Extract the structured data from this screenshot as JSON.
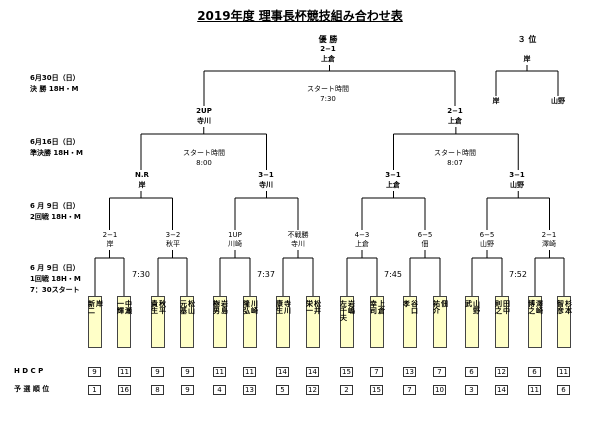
{
  "title": "2019年度 理事長杯競技組み合わせ表",
  "final": {
    "header": "優 勝",
    "score": "2−1",
    "winner": "上倉",
    "date_label": "6月30日（日）",
    "round_label": "決 勝 18H・M",
    "start_label": "スタート時間",
    "start_time": "7:30"
  },
  "third": {
    "header": "３ 位",
    "winner": "岸",
    "left": "岸",
    "right": "山野"
  },
  "semis": {
    "date_label": "6月16日（日）",
    "round_label": "準決勝 18H・M",
    "left": {
      "score": "2UP",
      "name": "寺川",
      "start_label": "スタート時間",
      "start_time": "8:00"
    },
    "right": {
      "score": "2−1",
      "name": "上倉",
      "start_label": "スタート時間",
      "start_time": "8:07"
    }
  },
  "quarters": {
    "date_label": "6 月 9日（日）",
    "round_label": "2回戦 18H・M",
    "items": [
      {
        "score": "N.R",
        "name": "岸"
      },
      {
        "score": "3−1",
        "name": "寺川"
      },
      {
        "score": "3−1",
        "name": "上倉"
      },
      {
        "score": "3−1",
        "name": "山野"
      }
    ]
  },
  "round2": {
    "items": [
      {
        "score": "2−1",
        "name": "岸"
      },
      {
        "score": "3−2",
        "name": "秋平"
      },
      {
        "score": "1UP",
        "name": "川崎"
      },
      {
        "score": "不戦勝",
        "name": "寺川"
      },
      {
        "score": "4−3",
        "name": "上倉"
      },
      {
        "score": "6−5",
        "name": "佃"
      },
      {
        "score": "6−5",
        "name": "山野"
      },
      {
        "score": "2−1",
        "name": "澤崎"
      }
    ]
  },
  "round1": {
    "date_label": "6 月 9日（日）",
    "round_label": "1回戦 18H・M",
    "start_label": "7：30スタート",
    "times": [
      "7:30",
      "7:37",
      "7:45",
      "7:52"
    ]
  },
  "players": [
    {
      "family": "岸",
      "given": "新二",
      "hdcp": "9",
      "rank": "1"
    },
    {
      "family": "中瀬",
      "given": "一輝",
      "hdcp": "11",
      "rank": "16"
    },
    {
      "family": "秋平",
      "given": "貴生",
      "hdcp": "9",
      "rank": "8"
    },
    {
      "family": "松山",
      "given": "元基",
      "hdcp": "9",
      "rank": "9"
    },
    {
      "family": "岩島",
      "given": "樹男",
      "hdcp": "11",
      "rank": "4"
    },
    {
      "family": "川崎",
      "given": "隆弘",
      "hdcp": "11",
      "rank": "13"
    },
    {
      "family": "寺川",
      "given": "康生",
      "hdcp": "14",
      "rank": "5"
    },
    {
      "family": "松井",
      "given": "栄一",
      "hdcp": "14",
      "rank": "12"
    },
    {
      "family": "岩嶋",
      "given": "左千夫",
      "hdcp": "15",
      "rank": "2"
    },
    {
      "family": "上倉",
      "given": "幸司",
      "hdcp": "7",
      "rank": "15"
    },
    {
      "family": "谷口",
      "given": "孝",
      "hdcp": "13",
      "rank": "7"
    },
    {
      "family": "佃",
      "given": "祐介",
      "hdcp": "7",
      "rank": "10"
    },
    {
      "family": "山野",
      "given": "武",
      "hdcp": "6",
      "rank": "3"
    },
    {
      "family": "田中",
      "given": "則之",
      "hdcp": "12",
      "rank": "14"
    },
    {
      "family": "澤崎",
      "given": "博之",
      "hdcp": "6",
      "rank": "11"
    },
    {
      "family": "杉本",
      "given": "智彦",
      "hdcp": "11",
      "rank": "6"
    }
  ],
  "rows": {
    "hdcp_label": "H D C P",
    "rank_label": "予 選 順 位"
  }
}
